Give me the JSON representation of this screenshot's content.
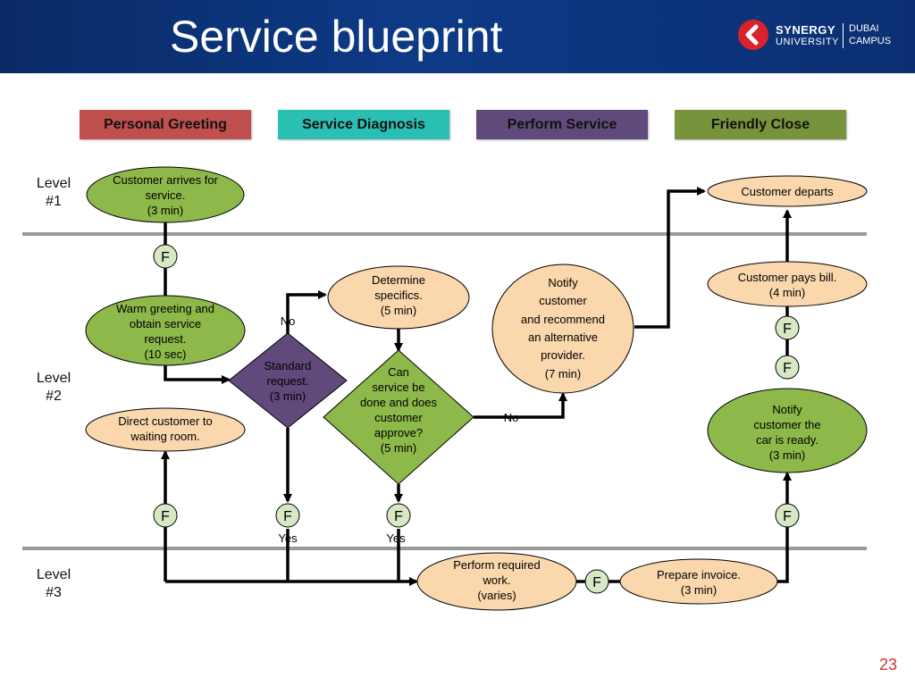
{
  "slide": {
    "title": "Service blueprint",
    "page_number": "23"
  },
  "logo": {
    "name": "SYNERGY",
    "sub": "UNIVERSITY",
    "campus_line1": "DUBAI",
    "campus_line2": "CAMPUS"
  },
  "phases": [
    {
      "label": "Personal Greeting",
      "color": "#c0504d"
    },
    {
      "label": "Service Diagnosis",
      "color": "#2bbfb3"
    },
    {
      "label": "Perform Service",
      "color": "#604a7b"
    },
    {
      "label": "Friendly Close",
      "color": "#77933c"
    }
  ],
  "levels": [
    {
      "line1": "Level",
      "line2": "#1"
    },
    {
      "line1": "Level",
      "line2": "#2"
    },
    {
      "line1": "Level",
      "line2": "#3"
    }
  ],
  "colors": {
    "green_node": "#8db84a",
    "peach_node": "#fad7ac",
    "purple_node": "#604a7b",
    "f_circle": "#d7e9c4",
    "level_line": "#9a9a9a"
  },
  "nodes": {
    "customer_arrives": [
      "Customer arrives for",
      "service.",
      "(3 min)"
    ],
    "customer_departs": [
      "Customer departs"
    ],
    "warm_greeting": [
      "Warm greeting and",
      "obtain service",
      "request.",
      "(10 sec)"
    ],
    "direct_customer": [
      "Direct customer to",
      "waiting room."
    ],
    "determine_specifics": [
      "Determine",
      "specifics.",
      "(5 min)"
    ],
    "standard_request": [
      "Standard",
      "request.",
      "(3 min)"
    ],
    "can_service": [
      "Can",
      "service be",
      "done and does",
      "customer",
      "approve?",
      "(5 min)"
    ],
    "notify_alternative": [
      "Notify",
      "customer",
      "and recommend",
      "an alternative",
      "provider.",
      "(7 min)"
    ],
    "customer_pays": [
      "Customer pays bill.",
      "(4 min)"
    ],
    "notify_ready": [
      "Notify",
      "customer the",
      "car is ready.",
      "(3 min)"
    ],
    "perform_work": [
      "Perform required",
      "work.",
      "(varies)"
    ],
    "prepare_invoice": [
      "Prepare invoice.",
      "(3 min)"
    ]
  },
  "labels": {
    "f": "F",
    "no": "No",
    "yes": "Yes"
  }
}
